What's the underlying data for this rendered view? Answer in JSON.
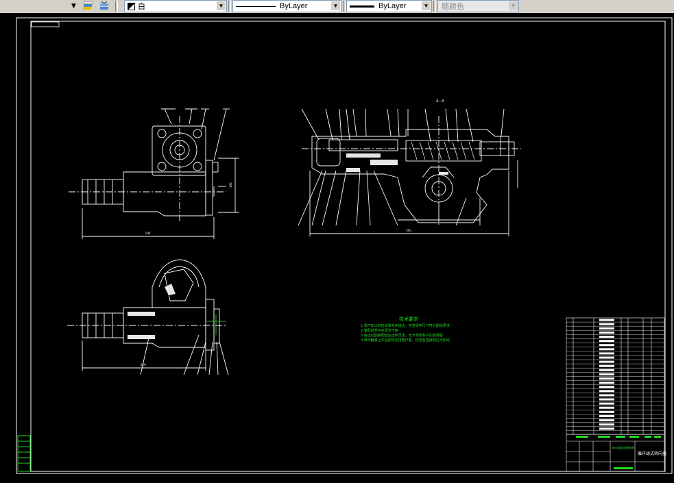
{
  "toolbar": {
    "color_value": "白",
    "linetype_value": "ByLayer",
    "lineweight_value": "ByLayer",
    "plotstyle_value": "随颜色"
  },
  "drawing": {
    "section_label": "A—A",
    "tech_requirements": {
      "heading": "技术要求",
      "lines": [
        "1.零件加工前应去除毛刺锐边，检查零件尺寸符合图纸要求",
        "2.装配前零件应清洗干净",
        "3.各运动副装配后应运转灵活，无卡滞现象并加润滑脂",
        "4.转向器装上车后按规定扭矩拧紧，检查各连接部位无松动"
      ]
    },
    "title_block": {
      "drawing_title": "循环球式转向器",
      "part_name": "转向器总成装配图"
    },
    "dimensions": {
      "d1": "544",
      "d2": "229",
      "d3": "395",
      "d4": "190"
    }
  }
}
